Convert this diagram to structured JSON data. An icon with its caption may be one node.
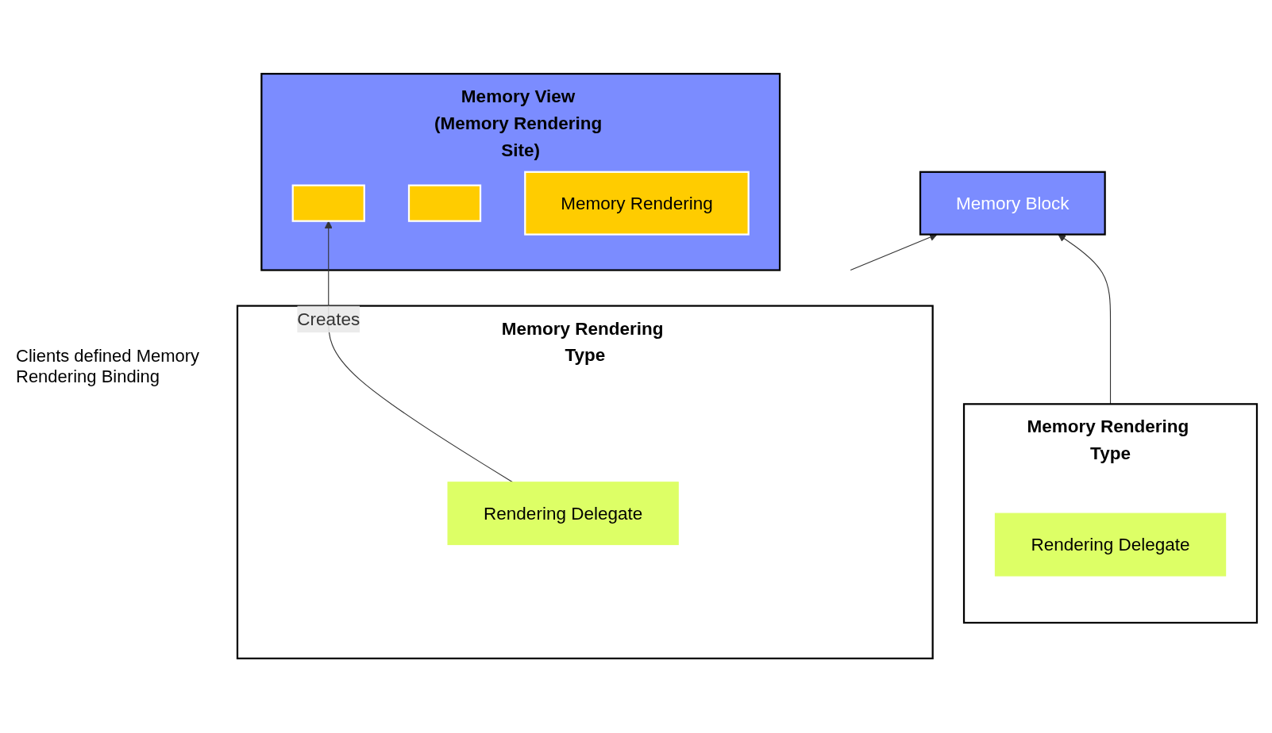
{
  "diagram": {
    "nodes": [
      {
        "text": [
          "Memory Block"
        ]
      },
      {
        "text": [
          "Memory Rendering Type"
        ]
      },
      {
        "text": [
          "Rendering Delegate"
        ],
        "in": 1
      },
      {
        "text": [
          "Memory Rendering Type"
        ]
      },
      {
        "text": [
          "Rendering Delegate"
        ],
        "in": 3
      },
      {
        "text": [
          "Memory View (Memory Rendering Site)"
        ]
      },
      {
        "text": [],
        "shape": "box",
        "in": 5
      },
      {
        "text": [],
        "shape": "box",
        "in": 5
      },
      {
        "text": [
          "Memory Rendering"
        ],
        "in": 5
      }
    ],
    "edges": [
      {
        "from": 1,
        "to": 0,
        "arrow": "to"
      },
      {
        "from": 3,
        "to": 0,
        "arrow": "to"
      },
      {
        "from": 4,
        "to": 6,
        "arrow": "to",
        "label": "Creates"
      }
    ],
    "labels": [
      "Clients defined Memory Rendering Binding"
    ]
  }
}
